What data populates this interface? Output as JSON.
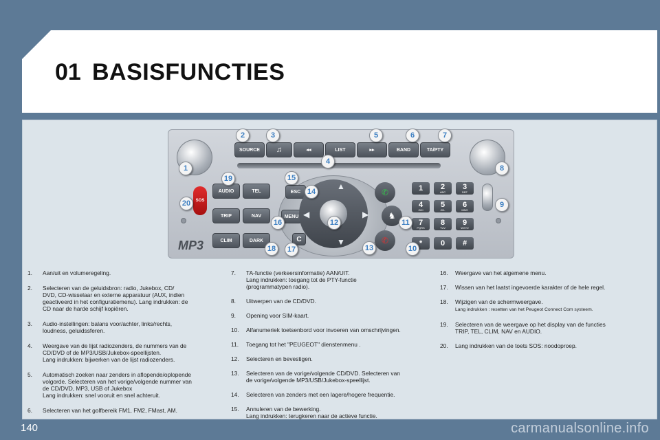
{
  "header": {
    "chapter_number": "01",
    "title": "BASISFUNCTIES"
  },
  "page_number": "140",
  "watermark": "carmanualsonline.info",
  "radio": {
    "buttons": {
      "source": "SOURCE",
      "list": "LIST",
      "band": "BAND",
      "ta_pty": "TA/PTY",
      "audio": "AUDIO",
      "tel": "TEL",
      "trip": "TRIP",
      "nav": "NAV",
      "clim": "CLIM",
      "dark": "DARK",
      "esc": "ESC",
      "menu": "MENU",
      "c": "C",
      "sos": "SOS",
      "mp3": "MP3"
    },
    "keypad": [
      {
        "d": "1",
        "l": ""
      },
      {
        "d": "2",
        "l": "ABC"
      },
      {
        "d": "3",
        "l": "DEF"
      },
      {
        "d": "4",
        "l": "GHI"
      },
      {
        "d": "5",
        "l": "JKL"
      },
      {
        "d": "6",
        "l": "MNO"
      },
      {
        "d": "7",
        "l": "PQRS"
      },
      {
        "d": "8",
        "l": "TUV"
      },
      {
        "d": "9",
        "l": "WXYZ"
      },
      {
        "d": "*",
        "l": ""
      },
      {
        "d": "0",
        "l": ""
      },
      {
        "d": "#",
        "l": ""
      }
    ],
    "callouts": [
      "1",
      "2",
      "3",
      "4",
      "5",
      "6",
      "7",
      "8",
      "9",
      "10",
      "11",
      "12",
      "13",
      "14",
      "15",
      "16",
      "17",
      "18",
      "19",
      "20"
    ]
  },
  "descriptions": {
    "col1": [
      {
        "n": "1.",
        "t": "Aan/uit en volumeregeling."
      },
      {
        "n": "2.",
        "t": "Selecteren van de geluidsbron: radio, Jukebox, CD/\nDVD, CD-wisselaar en externe apparatuur (AUX, indien\ngeactiveerd in het configuratiemenu). Lang indrukken: de\nCD naar de harde schijf kopiëren."
      },
      {
        "n": "3.",
        "t": "Audio-instellingen: balans voor/achter, links/rechts,\nloudness, geluidssferen."
      },
      {
        "n": "4.",
        "t": "Weergave van de lijst radiozenders, de nummers van de\nCD/DVD of de MP3/USB/Jukebox-speellijsten.\nLang indrukken: bijwerken van de lijst radiozenders."
      },
      {
        "n": "5.",
        "t": "Automatisch zoeken naar zenders in aflopende/oplopende\nvolgorde. Selecteren van het vorige/volgende nummer van\nde CD/DVD, MP3, USB of Jukebox\nLang indrukken: snel vooruit en snel achteruit."
      },
      {
        "n": "6.",
        "t": "Selecteren van het golfbereik FM1, FM2, FMast, AM."
      }
    ],
    "col2": [
      {
        "n": "7.",
        "t": "TA-functie (verkeersinformatie) AAN/UIT.\nLang indrukken: toegang tot de PTY-functie\n(programmatypen radio)."
      },
      {
        "n": "8.",
        "t": "Uitwerpen van de CD/DVD."
      },
      {
        "n": "9.",
        "t": "Opening voor SIM-kaart."
      },
      {
        "n": "10.",
        "t": "Alfanumeriek toetsenbord voor invoeren van omschrijvingen."
      },
      {
        "n": "11.",
        "t": "Toegang tot het \"PEUGEOT\" dienstenmenu ."
      },
      {
        "n": "12.",
        "t": "Selecteren en bevestigen."
      },
      {
        "n": "13.",
        "t": "Selecteren van de vorige/volgende CD/DVD. Selecteren van\nde vorige/volgende MP3/USB/Jukebox-speellijst."
      },
      {
        "n": "14.",
        "t": "Selecteren van zenders met een lagere/hogere frequentie."
      },
      {
        "n": "15.",
        "t": "Annuleren van de bewerking.\nLang indrukken: terugkeren naar de actieve functie."
      }
    ],
    "col3": [
      {
        "n": "16.",
        "t": "Weergave van het algemene menu."
      },
      {
        "n": "17.",
        "t": "Wissen van het laatst ingevoerde karakter of de hele regel."
      },
      {
        "n": "18.",
        "t": "Wijzigen van de schermweergave.",
        "s": "Lang indrukken : resetten van het Peugeot Connect Com systeem."
      },
      {
        "n": "19.",
        "t": "Selecteren van de weergave op het display van de functies\nTRIP, TEL, CLIM, NAV en AUDIO."
      },
      {
        "n": "20.",
        "t": "Lang indrukken van de toets SOS: noodoproep."
      }
    ]
  }
}
